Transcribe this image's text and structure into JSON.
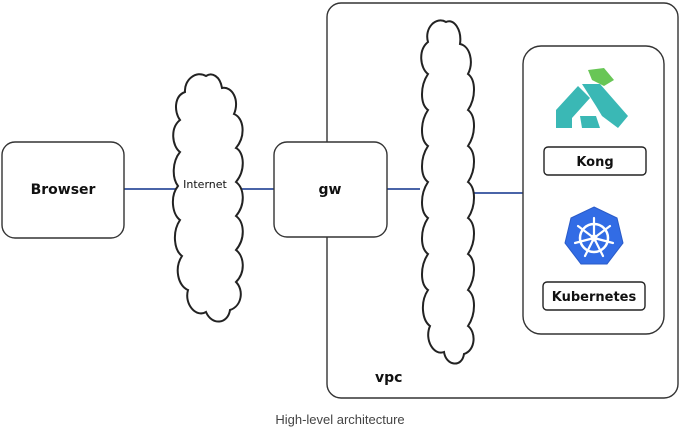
{
  "nodes": {
    "browser": "Browser",
    "internet": "Internet",
    "gw": "gw",
    "vpc": "vpc",
    "kong": "Kong",
    "kubernetes": "Kubernetes"
  },
  "caption": "High-level architecture",
  "colors": {
    "connector": "#4a64a8",
    "box_stroke": "#333333",
    "kong_green": "#68c656",
    "kong_teal": "#3ab8b5",
    "k8s_blue": "#326ce5"
  },
  "icons": {
    "kong": "kong-logo-icon",
    "kubernetes": "kubernetes-helm-icon"
  }
}
